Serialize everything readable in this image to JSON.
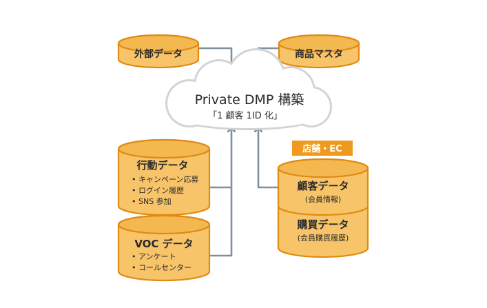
{
  "cloud": {
    "title": "Private DMP 構築",
    "subtitle": "「1 顧客 1ID 化」"
  },
  "sources": {
    "external": "外部データ",
    "product_master": "商品マスタ"
  },
  "store_tag": "店舗・EC",
  "behavior": {
    "title": "行動データ",
    "items": [
      "• キャンペーン応募",
      "• ログイン履歴",
      "• SNS 参加"
    ]
  },
  "voc": {
    "title": "VOC データ",
    "items": [
      "• アンケート",
      "• コールセンター"
    ]
  },
  "customer": {
    "title": "顧客データ",
    "subtitle": "(会員情報)"
  },
  "purchase": {
    "title": "購買データ",
    "subtitle": "(会員購買履歴)"
  },
  "colors": {
    "cylinder_fill": "#f7c469",
    "cylinder_stroke": "#e08a12",
    "arrow": "#7f8f9e",
    "tag_fill": "#ef9a1e"
  }
}
